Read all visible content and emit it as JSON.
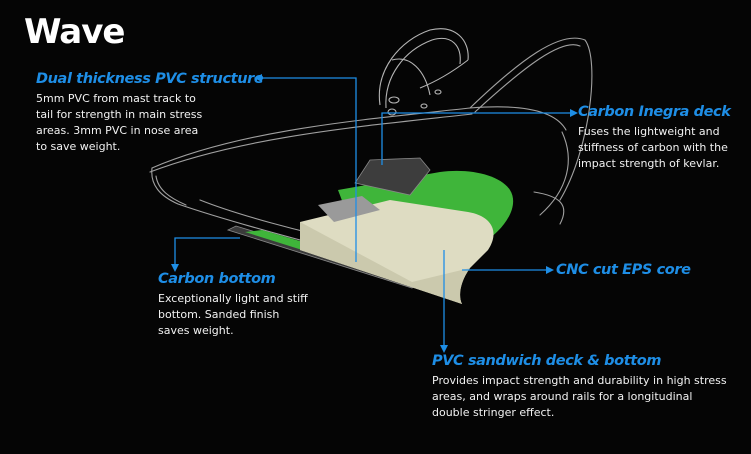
{
  "title": "Wave",
  "colors": {
    "background": "#050505",
    "accent_blue": "#1e8ee6",
    "green": "#3fb53a",
    "core": "#dedcc2",
    "sketch": "#bcbcbc"
  },
  "callouts": {
    "pvc_structure": {
      "heading": "Dual thickness PVC structure",
      "body": "5mm PVC from mast track to tail for strength in main stress areas.  3mm PVC in nose area to save weight."
    },
    "carbon_deck": {
      "heading": "Carbon Inegra deck",
      "body": "Fuses the lightweight and stiffness of carbon with the impact strength of kevlar."
    },
    "carbon_bottom": {
      "heading": "Carbon bottom",
      "body": "Exceptionally light and stiff bottom.  Sanded finish saves weight."
    },
    "eps_core": {
      "heading": "CNC cut EPS core",
      "body": ""
    },
    "pvc_sandwich": {
      "heading": "PVC sandwich deck & bottom",
      "body": "Provides impact strength and durability in high stress areas, and wraps around rails for a longitudinal double stringer effect."
    }
  }
}
